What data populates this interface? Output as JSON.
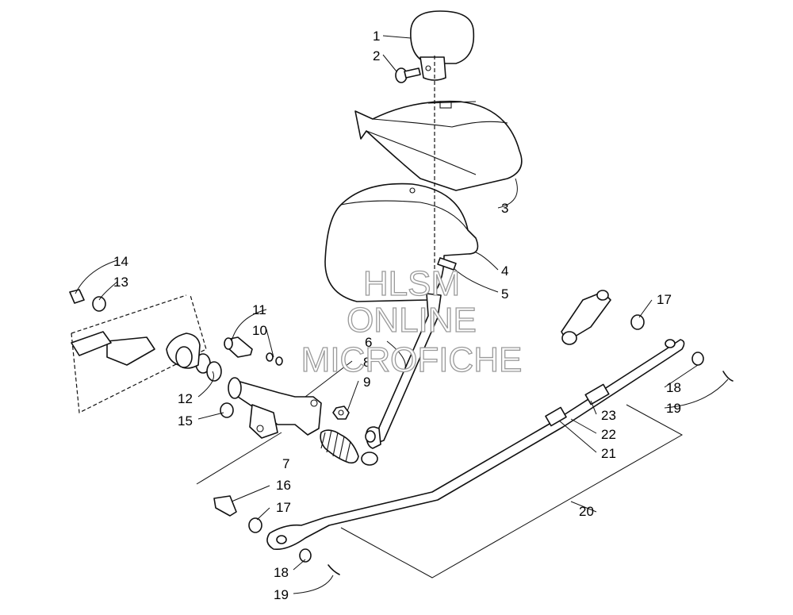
{
  "callouts": {
    "c1": "1",
    "c2": "2",
    "c3": "3",
    "c4": "4",
    "c5": "5",
    "c6": "6",
    "c7": "7",
    "c8": "8",
    "c9": "9",
    "c10": "10",
    "c11": "11",
    "c12": "12",
    "c13": "13",
    "c14": "14",
    "c15": "15",
    "c16": "16",
    "c17a": "17",
    "c17b": "17",
    "c18a": "18",
    "c18b": "18",
    "c19a": "19",
    "c19b": "19",
    "c20": "20",
    "c21": "21",
    "c22": "22",
    "c23": "23"
  },
  "watermark": {
    "line1": "HLSM",
    "line2": "ONLINE",
    "line3": "MICROFICHE"
  }
}
